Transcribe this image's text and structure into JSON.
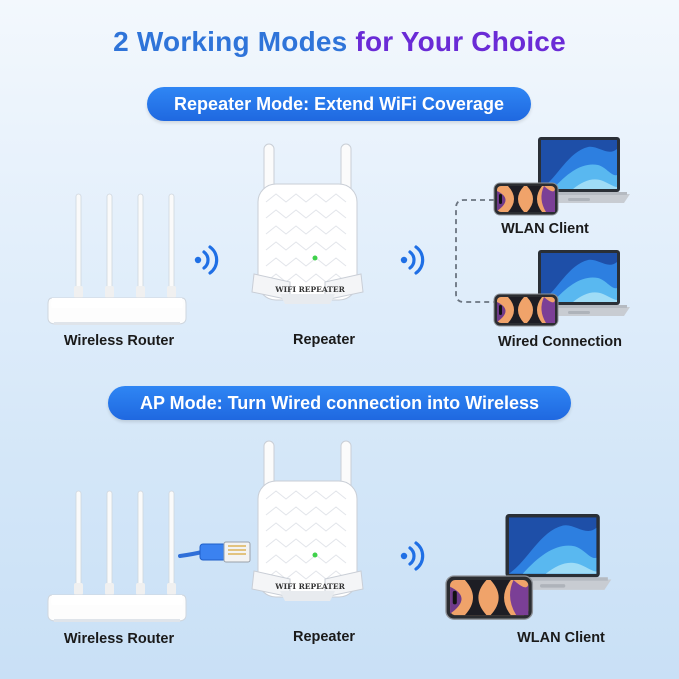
{
  "title": {
    "part1": "2 Working Modes",
    "part2": "for Your Choice"
  },
  "repeater_mode": {
    "heading": "Repeater Mode: Extend WiFi Coverage",
    "router_label": "Wireless Router",
    "repeater_label": "Repeater",
    "device_text": "WIFI REPEATER",
    "client_wlan_label": "WLAN Client",
    "client_wired_label": "Wired Connection"
  },
  "ap_mode": {
    "heading": "AP Mode: Turn Wired connection into Wireless",
    "router_label": "Wireless Router",
    "repeater_label": "Repeater",
    "device_text": "WIFI REPEATER",
    "client_label": "WLAN Client"
  },
  "colors": {
    "accent_blue": "#1f6fe5",
    "title_blue": "#2f74d9",
    "title_purple": "#6a2bd6",
    "led_green": "#3fd14b"
  }
}
